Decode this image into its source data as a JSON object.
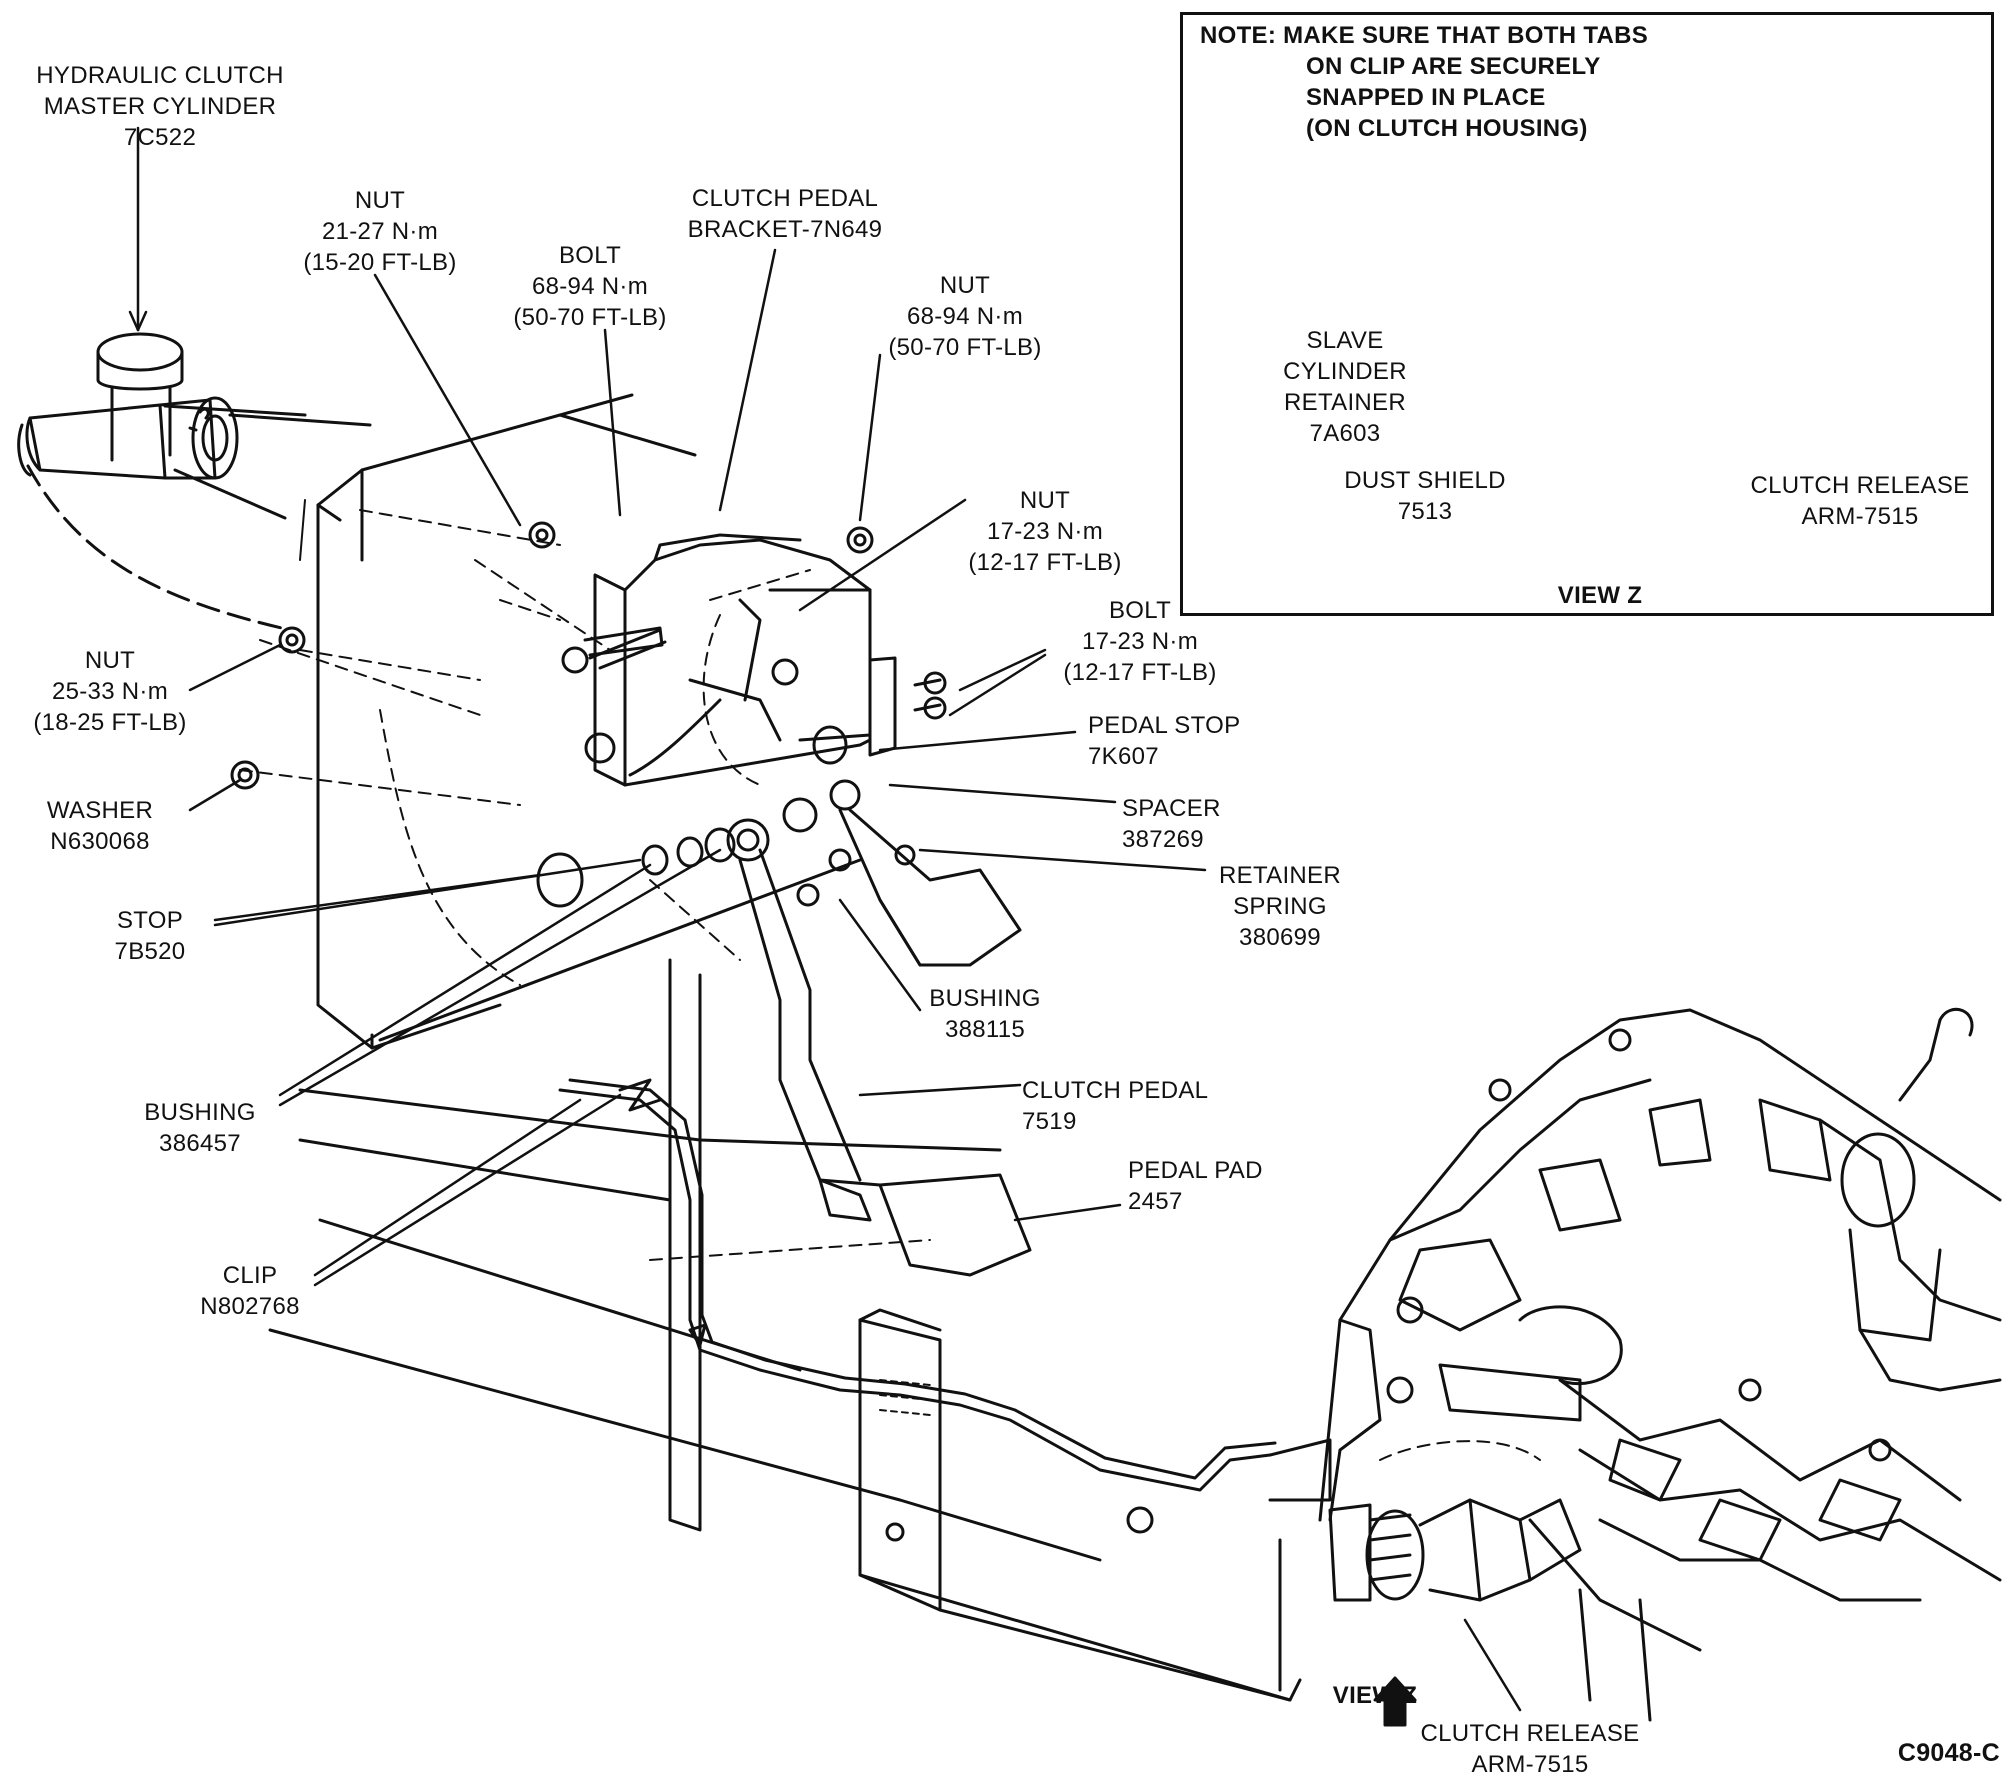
{
  "diagram_code": "C9048-C",
  "labels": {
    "master_cylinder": [
      "HYDRAULIC CLUTCH",
      "MASTER CYLINDER",
      "7C522"
    ],
    "nut_upper_left": [
      "NUT",
      "21-27 N·m",
      "(15-20 FT-LB)"
    ],
    "bolt_upper": [
      "BOLT",
      "68-94 N·m",
      "(50-70 FT-LB)"
    ],
    "pedal_bracket": [
      "CLUTCH PEDAL",
      "BRACKET-7N649"
    ],
    "nut_upper_right": [
      "NUT",
      "68-94 N·m",
      "(50-70 FT-LB)"
    ],
    "nut_mid_right": [
      "NUT",
      "17-23 N·m",
      "(12-17 FT-LB)"
    ],
    "bolt_mid_right": [
      "BOLT",
      "17-23 N·m",
      "(12-17 FT-LB)"
    ],
    "nut_left": [
      "NUT",
      "25-33 N·m",
      "(18-25 FT-LB)"
    ],
    "pedal_stop": [
      "PEDAL STOP",
      "7K607"
    ],
    "washer": [
      "WASHER",
      "N630068"
    ],
    "spacer": [
      "SPACER",
      "387269"
    ],
    "retainer_spring": [
      "RETAINER",
      "SPRING",
      "380699"
    ],
    "stop": [
      "STOP",
      "7B520"
    ],
    "bushing_right": [
      "BUSHING",
      "388115"
    ],
    "bushing_left": [
      "BUSHING",
      "386457"
    ],
    "clutch_pedal": [
      "CLUTCH PEDAL",
      "7519"
    ],
    "pedal_pad": [
      "PEDAL PAD",
      "2457"
    ],
    "clip": [
      "CLIP",
      "N802768"
    ],
    "view_z_arrow": "VIEW Z",
    "release_arm_bottom": [
      "CLUTCH RELEASE",
      "ARM-7515"
    ]
  },
  "inset": {
    "note": [
      "NOTE:  MAKE SURE THAT BOTH TABS",
      "ON CLIP ARE SECURELY",
      "SNAPPED IN PLACE",
      "(ON CLUTCH HOUSING)"
    ],
    "slave_retainer": [
      "SLAVE",
      "CYLINDER",
      "RETAINER",
      "7A603"
    ],
    "dust_shield": [
      "DUST SHIELD",
      "7513"
    ],
    "release_arm": [
      "CLUTCH RELEASE",
      "ARM-7515"
    ],
    "view_title": "VIEW Z"
  }
}
